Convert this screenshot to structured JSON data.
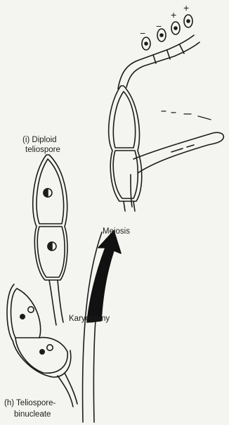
{
  "labels": {
    "diploid_line1": "(i) Diploid",
    "diploid_line2": "teliospore",
    "meiosis": "Meiosis",
    "karyogamy": "Karyogamy",
    "binucleate_line1": "(h) Teliospore-",
    "binucleate_line2": "binucleate"
  },
  "mating_types": [
    "−",
    "−",
    "+",
    "+"
  ],
  "colors": {
    "ink": "#1c1c1c",
    "paper": "#f4f4f1",
    "arrow": "#111111"
  }
}
